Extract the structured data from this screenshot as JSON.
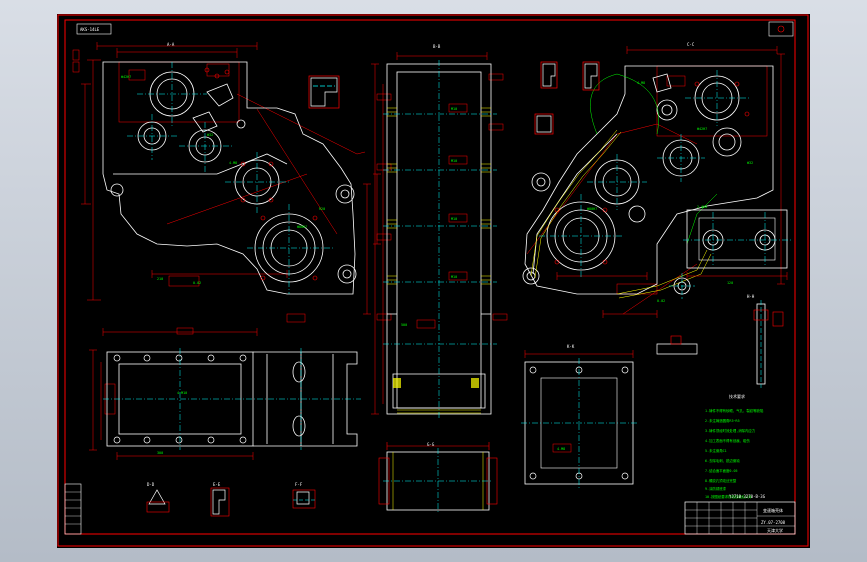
{
  "title_tag": "AKS-14LE",
  "notes_title": "技术要求",
  "notes": [
    "1.铸件不得有砂眼、气孔、裂纹等缺陷",
    "2.未注铸造圆角R3~R5",
    "3.铸件须经时效处理,消除内应力",
    "4.加工表面不得有划痕、碰伤",
    "5.未注倒角C1",
    "6.去除毛刺、锐边倒钝",
    "7.结合面平面度0.05",
    "8.螺纹孔须攻丝完整",
    "9.涂防锈底漆",
    "10.按图纸要求检验合格后入库"
  ],
  "title_block": {
    "part_name": "变速箱壳体",
    "drawing_no": "YJ710-3270-B-3G",
    "code": "ZY.07-2708",
    "small": "天津大学"
  },
  "section_labels": [
    "A-A",
    "B-B",
    "C-C",
    "D-D",
    "E-E",
    "F-F",
    "G-G",
    "H-H",
    "K-K"
  ],
  "colors": {
    "frame": "#ff0000",
    "geometry": "#ffffff",
    "centerline": "#00ffff",
    "dimension": "#ff0000",
    "text": "#00ff00",
    "hatch": "#ffff00"
  }
}
